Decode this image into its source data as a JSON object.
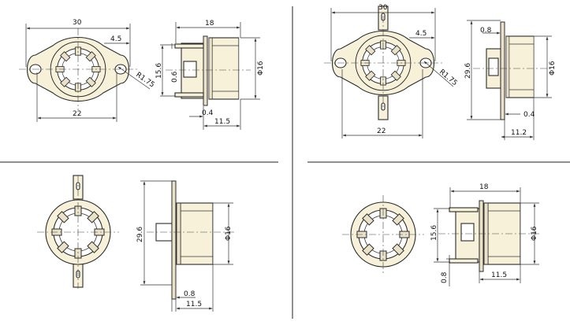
{
  "panels": [
    {
      "id": "top-left",
      "front_view": {
        "width": "30",
        "hole_offset": "4.5",
        "radius": "R1.75",
        "base": "22"
      },
      "side_view": {
        "length": "18",
        "tab_thickness": "0.6",
        "height": "15.6",
        "diameter": "Φ16",
        "terminal_gap": "0.4",
        "overall": "11.5"
      }
    },
    {
      "id": "top-right",
      "front_view": {
        "width": "30",
        "hole_offset": "4.5",
        "radius": "R1.75",
        "base": "22"
      },
      "side_view": {
        "tab_thickness": "0.8",
        "height": "29.6",
        "diameter": "Φ16",
        "terminal_gap": "0.4",
        "overall": "11.2"
      }
    },
    {
      "id": "bottom-left",
      "side_view": {
        "height": "29.6",
        "diameter": "Φ16",
        "terminal_gap": "0.8",
        "overall": "11.5"
      }
    },
    {
      "id": "bottom-right",
      "side_view": {
        "length": "18",
        "height": "15.6",
        "diameter": "Φ16",
        "terminal_gap": "0.8",
        "overall": "11.5"
      }
    }
  ]
}
